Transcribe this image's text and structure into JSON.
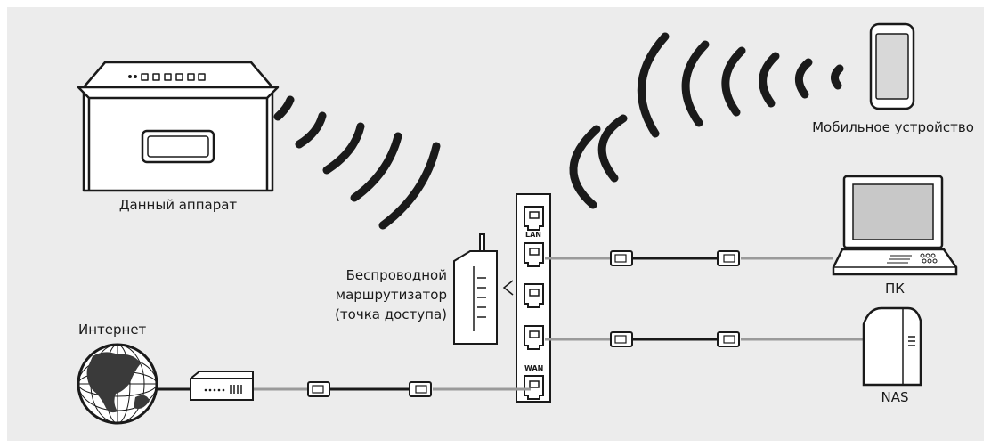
{
  "labels": {
    "device": "Данный аппарат",
    "mobile": "Мобильное устройство",
    "router_line1": "Беспроводной",
    "router_line2": "маршрутизатор",
    "router_line3": "(точка доступа)",
    "internet": "Интернет",
    "pc": "ПК",
    "nas": "NAS",
    "port_lan": "LAN",
    "port_wan": "WAN"
  },
  "colors": {
    "background": "#ececec",
    "line": "#1a1a1a",
    "cable_light": "#9a9a9a",
    "wave": "#1a1a1a"
  }
}
